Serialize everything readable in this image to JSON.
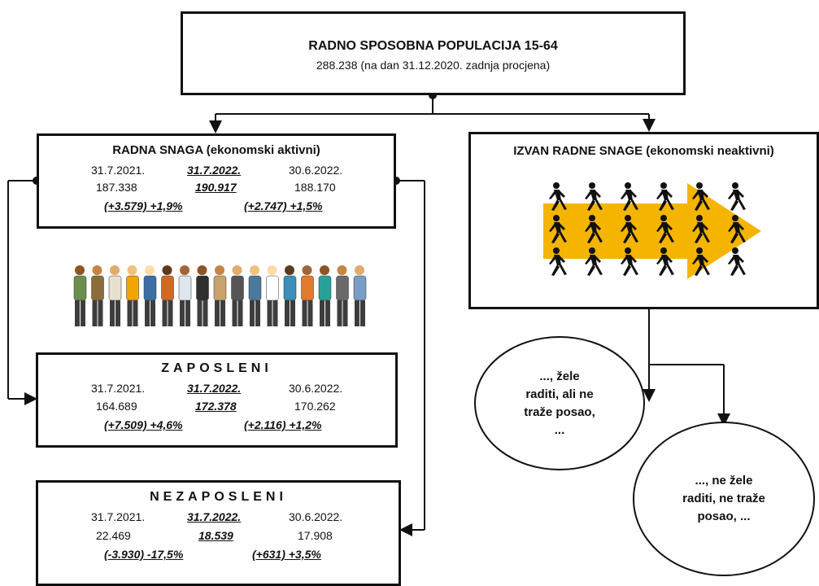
{
  "top": {
    "title": "RADNO SPOSOBNA POPULACIJA 15-64",
    "subtitle": "288.238 (na dan 31.12.2020. zadnja procjena)"
  },
  "labour_force": {
    "title": "RADNA SNAGA (ekonomski aktivni)",
    "dates": [
      "31.7.2021.",
      "31.7.2022.",
      "30.6.2022."
    ],
    "values": [
      "187.338",
      "190.917",
      "188.170"
    ],
    "changes": [
      "(+3.579) +1,9%",
      "(+2.747) +1,5%"
    ]
  },
  "employed": {
    "title": "ZAPOSLENI",
    "dates": [
      "31.7.2021.",
      "31.7.2022.",
      "30.6.2022."
    ],
    "values": [
      "164.689",
      "172.378",
      "170.262"
    ],
    "changes": [
      "(+7.509) +4,6%",
      "(+2.116) +1,2%"
    ]
  },
  "unemployed": {
    "title": "NEZAPOSLENI",
    "dates": [
      "31.7.2021.",
      "31.7.2022.",
      "30.6.2022."
    ],
    "values": [
      "22.469",
      "18.539",
      "17.908"
    ],
    "changes": [
      "(-3.930) -17,5%",
      "(+631) +3,5%"
    ]
  },
  "outside": {
    "title": "IZVAN RADNE SNAGE (ekonomski neaktivni)"
  },
  "want_work": "..., žele\nraditi, ali ne\ntraže posao,\n...",
  "not_want_work": "..., ne žele\nraditi, ne traže\nposao, ...",
  "colors": {
    "arrow": "#f5b400",
    "line": "#111111"
  },
  "icons": [
    "walking-people-icon",
    "workers-group-icon"
  ]
}
